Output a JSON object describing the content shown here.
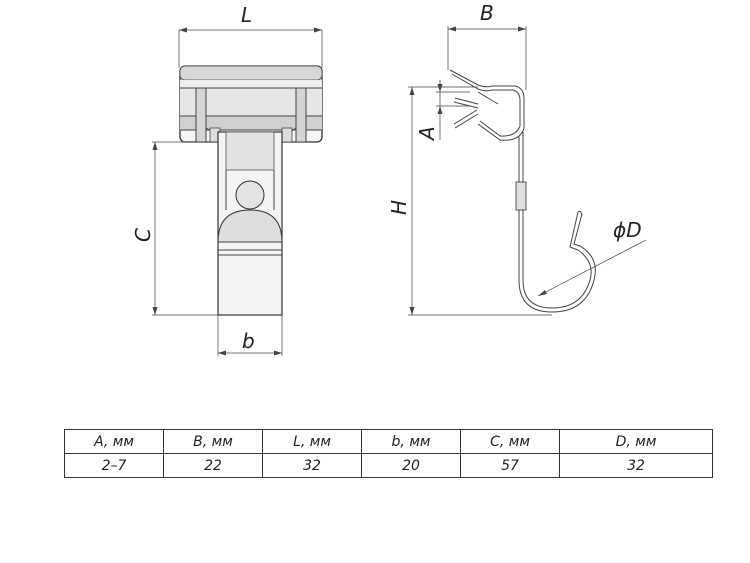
{
  "drawing": {
    "front_view": {
      "width_label": "L",
      "height_label": "C",
      "bottom_label": "b"
    },
    "side_view": {
      "width_label": "B",
      "gap_label": "A",
      "height_label": "H",
      "diameter_label": "ϕD"
    }
  },
  "table": {
    "headers": [
      "A, мм",
      "B, мм",
      "L, мм",
      "b, мм",
      "C, мм",
      "D, мм"
    ],
    "values": [
      "2–7",
      "22",
      "32",
      "20",
      "57",
      "32"
    ]
  }
}
